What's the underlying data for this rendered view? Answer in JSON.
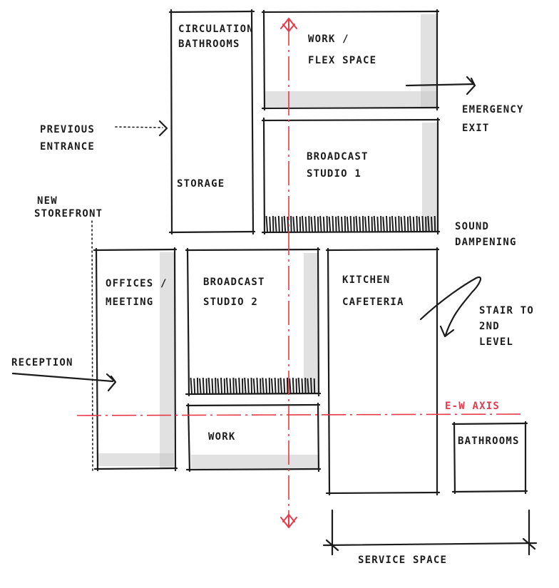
{
  "rooms": {
    "circulation": {
      "line1": "CIRCULATION",
      "line2": "BATHROOMS",
      "line3": "STORAGE"
    },
    "work_flex": {
      "line1": "WORK /",
      "line2": "FLEX SPACE"
    },
    "broadcast1": {
      "line1": "BROADCAST",
      "line2": "STUDIO 1"
    },
    "offices": {
      "line1": "OFFICES /",
      "line2": "MEETING"
    },
    "broadcast2": {
      "line1": "BROADCAST",
      "line2": "STUDIO 2"
    },
    "work": {
      "line1": "WORK"
    },
    "kitchen": {
      "line1": "KITCHEN",
      "line2": "CAFETERIA"
    },
    "bathrooms": {
      "line1": "BATHROOMS"
    }
  },
  "annotations": {
    "emergency": {
      "line1": "EMERGENCY",
      "line2": "EXIT"
    },
    "previous": {
      "line1": "PREVIOUS",
      "line2": "ENTRANCE"
    },
    "storefront": {
      "line1": "NEW",
      "line2": "STOREFRONT"
    },
    "sound": {
      "line1": "SOUND",
      "line2": "DAMPENING"
    },
    "stair": {
      "line1": "STAIR TO",
      "line2": "2ND",
      "line3": "LEVEL"
    },
    "reception": {
      "line1": "RECEPTION"
    },
    "axis": {
      "line1": "E-W AXIS"
    },
    "service": {
      "line1": "SERVICE SPACE"
    }
  },
  "colors": {
    "ink": "#1c1c1c",
    "axis_red": "#e8394a",
    "shadow": "#c9c9c9"
  }
}
